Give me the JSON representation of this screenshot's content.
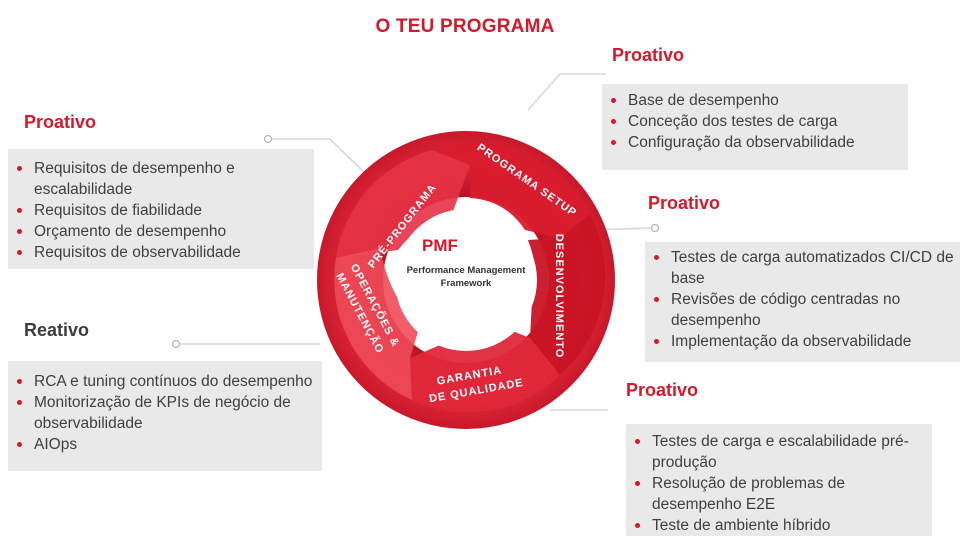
{
  "title": "O TEU PROGRAMA",
  "center": {
    "title": "PMF",
    "subtitle_line1": "Performance Management",
    "subtitle_line2": "Framework"
  },
  "segments": {
    "pre_programa": "PRÉ-PROGRAMA",
    "programa_setup": "PROGRAMA SETUP",
    "desenvolvimento": "DESENVOLVIMENTO",
    "garantia_line1": "GARANTIA",
    "garantia_line2": "DE QUALIDADE",
    "operacoes_line1": "OPERAÇÕES &",
    "operacoes_line2": "MANUTENÇÃO"
  },
  "colors": {
    "accent": "#d7182a",
    "ring_dark": "#b4101f",
    "ring_light": "#ec3a49",
    "box": "#e9e9e9"
  },
  "panels": {
    "pre_programa": {
      "heading": "Proativo",
      "items": [
        "Requisitos de desempenho e escalabilidade",
        "Requisitos de fiabilidade",
        "Orçamento de desempenho",
        "Requisitos de observabilidade"
      ]
    },
    "programa_setup": {
      "heading": "Proativo",
      "items": [
        "Base de desempenho",
        "Conceção dos testes de carga",
        "Configuração da observabilidade"
      ]
    },
    "desenvolvimento": {
      "heading": "Proativo",
      "items": [
        "Testes de carga automatizados CI/CD de base",
        "Revisões de código centradas no desempenho",
        "Implementação da observabilidade"
      ]
    },
    "garantia": {
      "heading": "Proativo",
      "items": [
        "Testes de carga e escalabilidade pré-produção",
        "Resolução de problemas de desempenho E2E",
        "Teste de ambiente híbrido"
      ]
    },
    "operacoes": {
      "heading": "Reativo",
      "items": [
        "RCA e tuning contínuos do desempenho",
        "Monitorização de KPIs de negócio de observabilidade",
        "AIOps"
      ]
    }
  }
}
